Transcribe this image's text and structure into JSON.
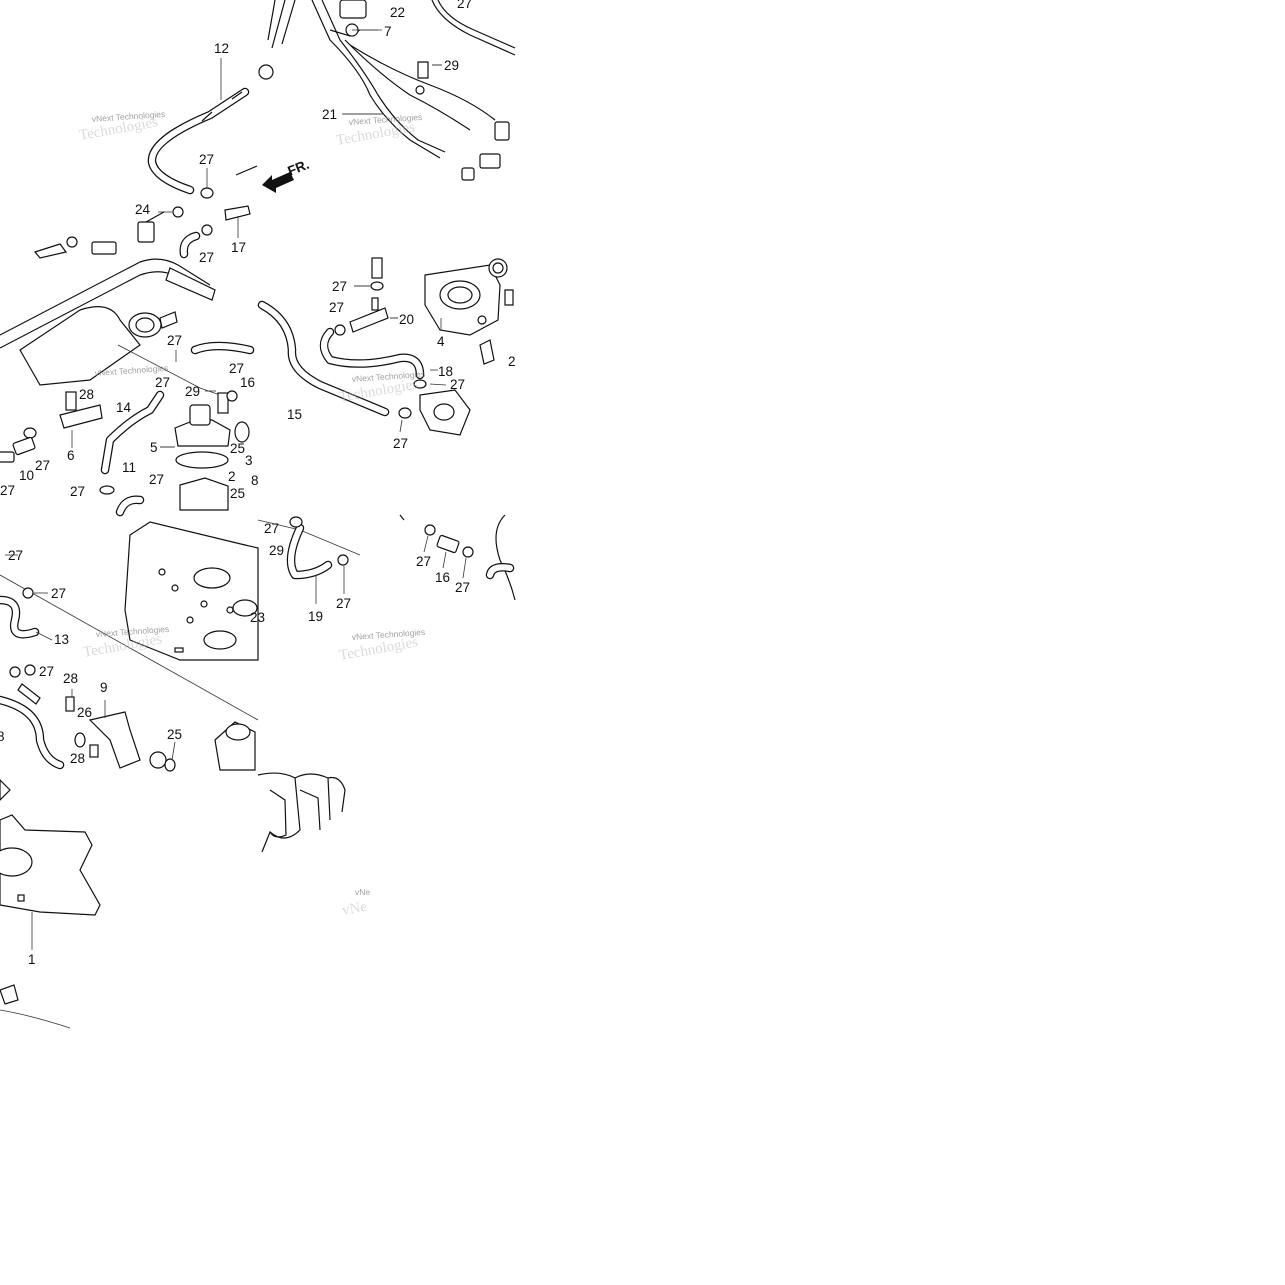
{
  "diagram": {
    "front_arrow_label": "FR.",
    "watermark_text": "vNext Technologies",
    "watermark_overlay": "Technologies",
    "watermark_partial": "vNe",
    "callouts": [
      {
        "id": "c22",
        "text": "22"
      },
      {
        "id": "c27a",
        "text": "27"
      },
      {
        "id": "c7",
        "text": "7"
      },
      {
        "id": "c12",
        "text": "12"
      },
      {
        "id": "c29a",
        "text": "29"
      },
      {
        "id": "c21",
        "text": "21"
      },
      {
        "id": "c27b",
        "text": "27"
      },
      {
        "id": "c24",
        "text": "24"
      },
      {
        "id": "c17",
        "text": "17"
      },
      {
        "id": "c27c",
        "text": "27"
      },
      {
        "id": "c27d",
        "text": "27"
      },
      {
        "id": "c27e",
        "text": "27"
      },
      {
        "id": "c20",
        "text": "20"
      },
      {
        "id": "c4",
        "text": "4"
      },
      {
        "id": "c27f",
        "text": "27"
      },
      {
        "id": "c27g",
        "text": "27"
      },
      {
        "id": "c27h",
        "text": "27"
      },
      {
        "id": "c16a",
        "text": "16"
      },
      {
        "id": "c29b",
        "text": "29"
      },
      {
        "id": "c28a",
        "text": "28"
      },
      {
        "id": "c14",
        "text": "14"
      },
      {
        "id": "c15",
        "text": "15"
      },
      {
        "id": "c18",
        "text": "18"
      },
      {
        "id": "c27i",
        "text": "27"
      },
      {
        "id": "c27j",
        "text": "27"
      },
      {
        "id": "c5",
        "text": "5"
      },
      {
        "id": "c25a",
        "text": "25"
      },
      {
        "id": "c3",
        "text": "3"
      },
      {
        "id": "c6",
        "text": "6"
      },
      {
        "id": "c27k",
        "text": "27"
      },
      {
        "id": "c10",
        "text": "10"
      },
      {
        "id": "c27l",
        "text": "27"
      },
      {
        "id": "c11",
        "text": "11"
      },
      {
        "id": "c27m",
        "text": "27"
      },
      {
        "id": "c27n",
        "text": "27"
      },
      {
        "id": "c2",
        "text": "2"
      },
      {
        "id": "c25b",
        "text": "25"
      },
      {
        "id": "c8",
        "text": "8"
      },
      {
        "id": "c27o",
        "text": "27"
      },
      {
        "id": "c29c",
        "text": "29"
      },
      {
        "id": "c27p",
        "text": "27"
      },
      {
        "id": "c16b",
        "text": "16"
      },
      {
        "id": "c27q",
        "text": "27"
      },
      {
        "id": "c27r",
        "text": "27"
      },
      {
        "id": "c27s",
        "text": "27"
      },
      {
        "id": "c13",
        "text": "13"
      },
      {
        "id": "c23",
        "text": "23"
      },
      {
        "id": "c19",
        "text": "19"
      },
      {
        "id": "c27t",
        "text": "27"
      },
      {
        "id": "c27u",
        "text": "27"
      },
      {
        "id": "c28b",
        "text": "28"
      },
      {
        "id": "c9",
        "text": "9"
      },
      {
        "id": "c26",
        "text": "26"
      },
      {
        "id": "c28c",
        "text": "28"
      },
      {
        "id": "c25c",
        "text": "25"
      },
      {
        "id": "c8b",
        "text": "8"
      },
      {
        "id": "c1",
        "text": "1"
      },
      {
        "id": "c2b",
        "text": "2"
      }
    ]
  }
}
